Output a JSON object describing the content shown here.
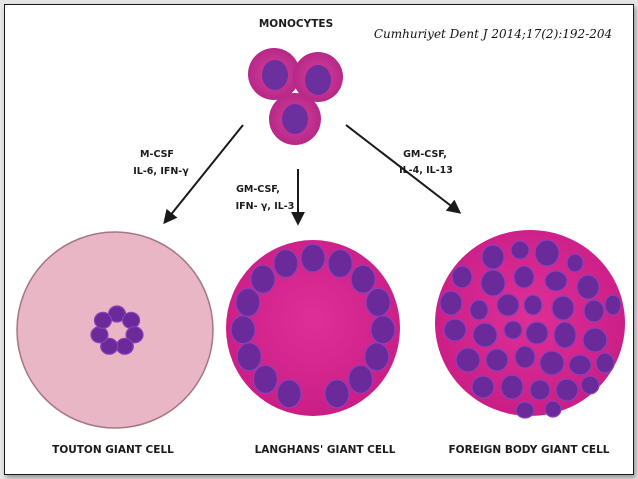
{
  "title": "MONOCYTES",
  "citation": "Cumhuriyet Dent J 2014;17(2):192-204",
  "pathways": [
    {
      "id": "left",
      "cytokines": [
        "M-CSF",
        "IL-6, IFN-γ"
      ]
    },
    {
      "id": "center",
      "cytokines": [
        "GM-CSF,",
        "IFN- γ, IL-3"
      ]
    },
    {
      "id": "right",
      "cytokines": [
        "GM-CSF,",
        "IL-4, IL-13"
      ]
    }
  ],
  "cells": [
    {
      "id": "touton",
      "label": "TOUTON GIANT CELL"
    },
    {
      "id": "langhans",
      "label": "LANGHANS' GIANT CELL"
    },
    {
      "id": "foreign",
      "label": "FOREIGN BODY GIANT CELL"
    }
  ],
  "colors": {
    "cell_magenta": "#d8268f",
    "touton_cytoplasm": "#e8b6c4",
    "nucleus_purple": "#6a2a9a",
    "monocyte_outer": "#c2308f"
  }
}
